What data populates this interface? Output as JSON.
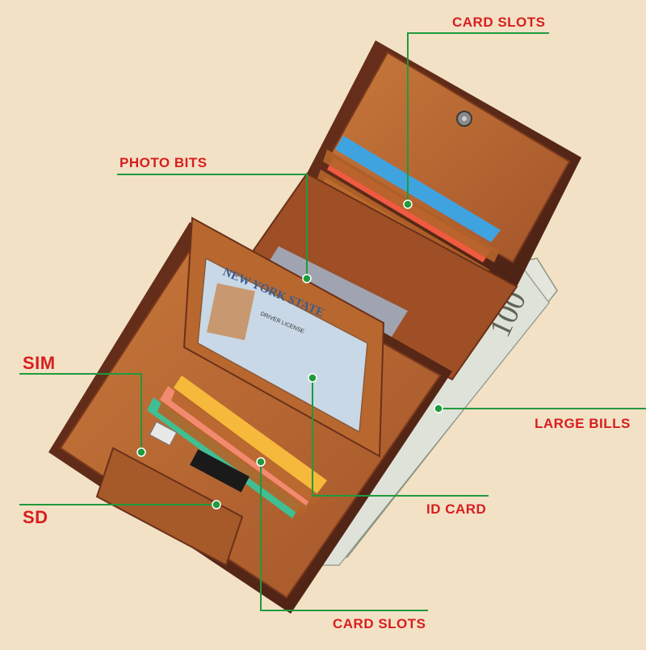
{
  "callouts": {
    "card_slots_top": "CARD SLOTS",
    "photo_bits": "PHOTO BITS",
    "sim": "SIM",
    "sd": "SD",
    "large_bills": "LARGE BILLS",
    "id_card": "ID CARD",
    "card_slots_bottom": "CARD SLOTS"
  },
  "license": {
    "state": "NEW YORK STATE",
    "type": "DRIVER LICENSE"
  },
  "bill": {
    "value": "100"
  },
  "colors": {
    "background": "#f3e1c6",
    "label": "#d81e1e",
    "leader_line": "#1f9a3c",
    "leather": "#b5642a",
    "leather_dark": "#5e2a17"
  }
}
